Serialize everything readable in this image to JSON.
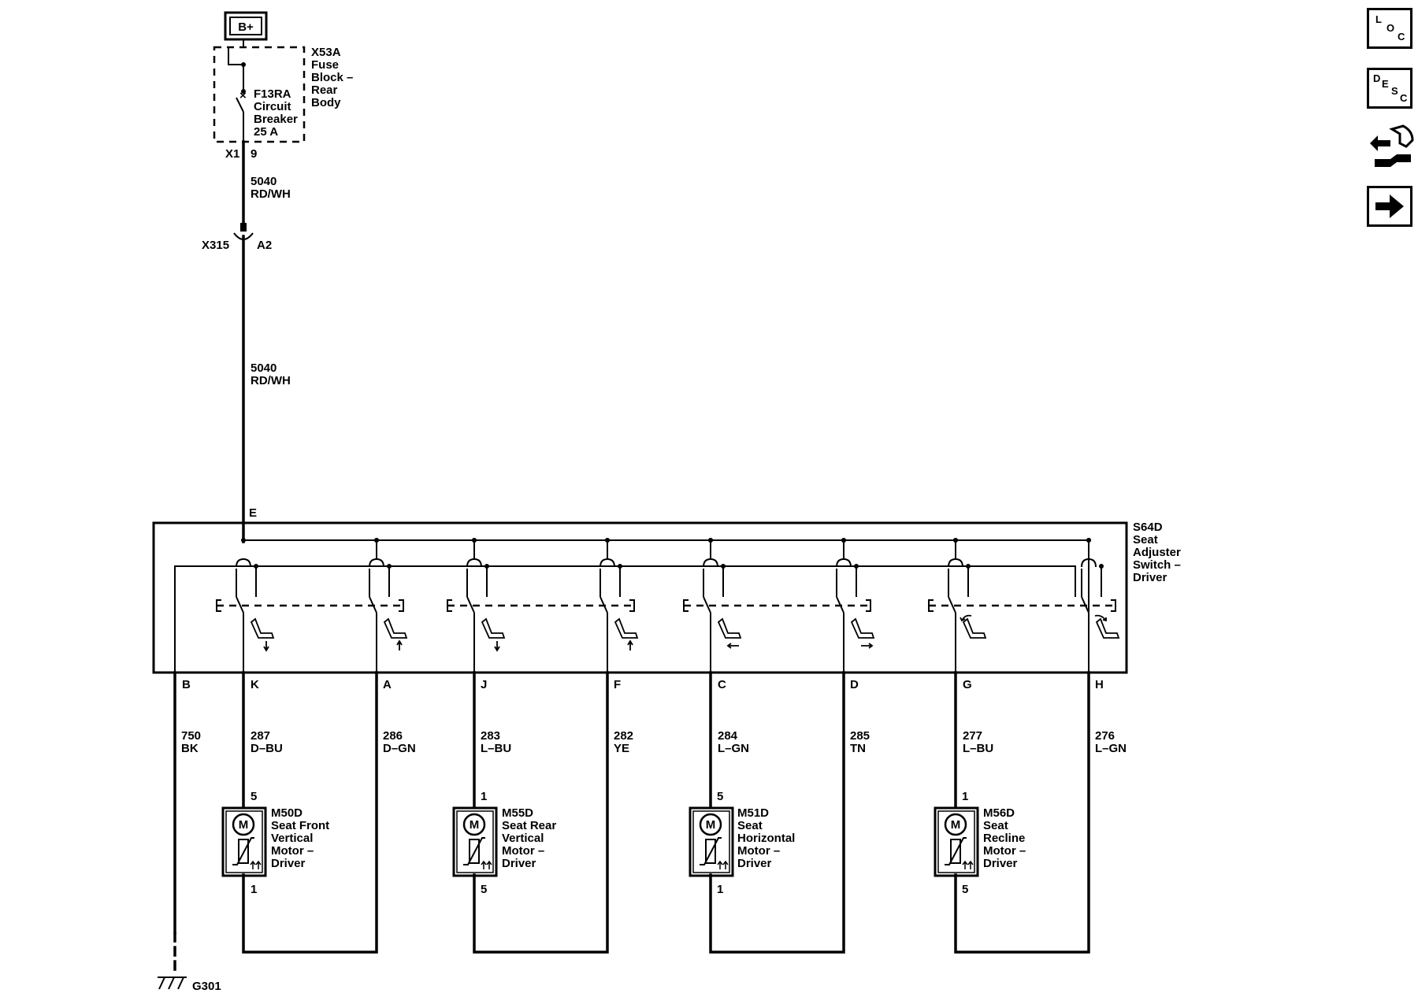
{
  "power": {
    "label": "B+"
  },
  "fuse_block": {
    "id": "X53A",
    "lines": [
      "Fuse",
      "Block –",
      "Rear",
      "Body"
    ]
  },
  "breaker": {
    "id": "F13RA",
    "lines": [
      "Circuit",
      "Breaker",
      "25 A"
    ]
  },
  "fuse_pins": {
    "connector": "X1",
    "pin": "9"
  },
  "feed_wire": [
    {
      "circuit": "5040",
      "color": "RD/WH"
    },
    {
      "circuit": "5040",
      "color": "RD/WH"
    }
  ],
  "inline_connector": {
    "id": "X315",
    "pin": "A2"
  },
  "switch": {
    "id": "S64D",
    "lines": [
      "Seat",
      "Adjuster",
      "Switch –",
      "Driver"
    ],
    "feed_pin": "E"
  },
  "ground_pin": {
    "pin": "B",
    "circuit": "750",
    "color": "BK"
  },
  "ground": {
    "id": "G301"
  },
  "outputs": [
    {
      "pin": "K",
      "circuit": "287",
      "color": "D–BU"
    },
    {
      "pin": "A",
      "circuit": "286",
      "color": "D–GN"
    },
    {
      "pin": "J",
      "circuit": "283",
      "color": "L–BU"
    },
    {
      "pin": "F",
      "circuit": "282",
      "color": "YE"
    },
    {
      "pin": "C",
      "circuit": "284",
      "color": "L–GN"
    },
    {
      "pin": "D",
      "circuit": "285",
      "color": "TN"
    },
    {
      "pin": "G",
      "circuit": "277",
      "color": "L–BU"
    },
    {
      "pin": "H",
      "circuit": "276",
      "color": "L–GN"
    }
  ],
  "motors": [
    {
      "id": "M50D",
      "lines": [
        "Seat Front",
        "Vertical",
        "Motor –",
        "Driver"
      ],
      "pin_top": "5",
      "pin_bottom": "1",
      "symbol": "M"
    },
    {
      "id": "M55D",
      "lines": [
        "Seat Rear",
        "Vertical",
        "Motor –",
        "Driver"
      ],
      "pin_top": "1",
      "pin_bottom": "5",
      "symbol": "M"
    },
    {
      "id": "M51D",
      "lines": [
        "Seat",
        "Horizontal",
        "Motor –",
        "Driver"
      ],
      "pin_top": "5",
      "pin_bottom": "1",
      "symbol": "M"
    },
    {
      "id": "M56D",
      "lines": [
        "Seat",
        "Recline",
        "Motor –",
        "Driver"
      ],
      "pin_top": "1",
      "pin_bottom": "5",
      "symbol": "M"
    }
  ],
  "side_icons": [
    {
      "name": "loc-icon",
      "letters": [
        "L",
        "O",
        "C"
      ]
    },
    {
      "name": "desc-icon",
      "letters": [
        "D",
        "E",
        "S",
        "C"
      ]
    },
    {
      "name": "connector-repair-icon"
    },
    {
      "name": "next-arrow-icon"
    }
  ]
}
